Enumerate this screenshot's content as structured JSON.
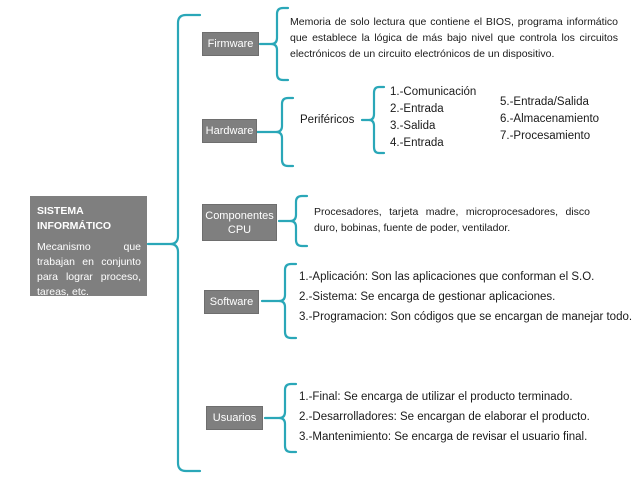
{
  "colors": {
    "bracket": "#2aa7b8",
    "box_fill": "#7f7f7f",
    "box_text": "#ffffff"
  },
  "root": {
    "title": "SISTEMA INFORMÁTICO",
    "description": "Mecanismo que trabajan en conjunto para lograr proceso, tareas, etc."
  },
  "firmware": {
    "label": "Firmware",
    "description": "Memoria de solo lectura que contiene el BIOS, programa informático que establece la lógica de más bajo nivel que controla los circuitos electrónicos de un circuito electrónicos de un dispositivo."
  },
  "hardware": {
    "label": "Hardware",
    "sublabel": "Periféricos",
    "list_a": [
      "1.-Comunicación",
      "2.-Entrada",
      "3.-Salida",
      "4.-Entrada"
    ],
    "list_b": [
      "5.-Entrada/Salida",
      "6.-Almacenamiento",
      "7.-Procesamiento"
    ]
  },
  "cpu": {
    "label_line1": "Componentes",
    "label_line2": "CPU",
    "description": "Procesadores, tarjeta madre, microprocesadores, disco duro, bobinas, fuente de poder, ventilador."
  },
  "software": {
    "label": "Software",
    "items": [
      "1.-Aplicación: Son las aplicaciones que conforman el S.O.",
      "2.-Sistema: Se encarga de gestionar aplicaciones.",
      "3.-Programacion: Son códigos que se encargan de manejar todo."
    ]
  },
  "usuarios": {
    "label": "Usuarios",
    "items": [
      "1.-Final: Se encarga de utilizar el producto terminado.",
      "2.-Desarrolladores:  Se encargan de elaborar el producto.",
      "3.-Mantenimiento: Se encarga de revisar el usuario final."
    ]
  }
}
